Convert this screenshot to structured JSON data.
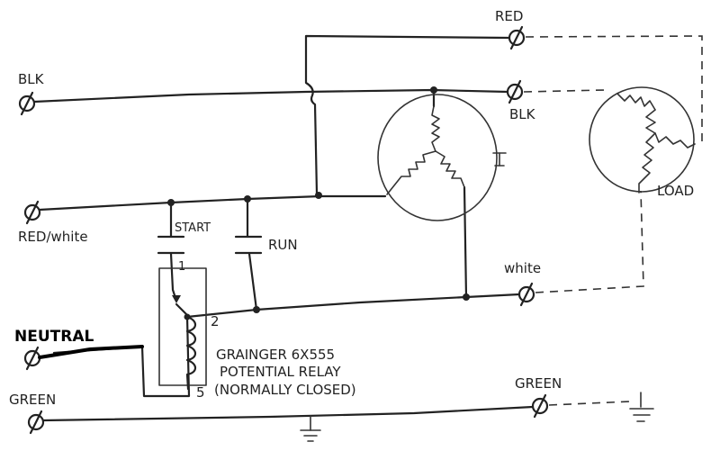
{
  "terminals": {
    "red": "RED",
    "blk_left": "BLK",
    "blk_right": "BLK",
    "red_white": "RED/white",
    "white": "white",
    "green_left": "GREEN",
    "green_right": "GREEN",
    "neutral": "NEUTRAL"
  },
  "components": {
    "start_cap": "START",
    "run_cap": "RUN",
    "load": "LOAD",
    "relay_line1": "GRAINGER 6X555",
    "relay_line2": "POTENTIAL RELAY",
    "relay_line3": "(NORMALLY CLOSED)"
  },
  "relay_pins": {
    "pin1": "1",
    "pin2": "2",
    "pin5": "5"
  }
}
